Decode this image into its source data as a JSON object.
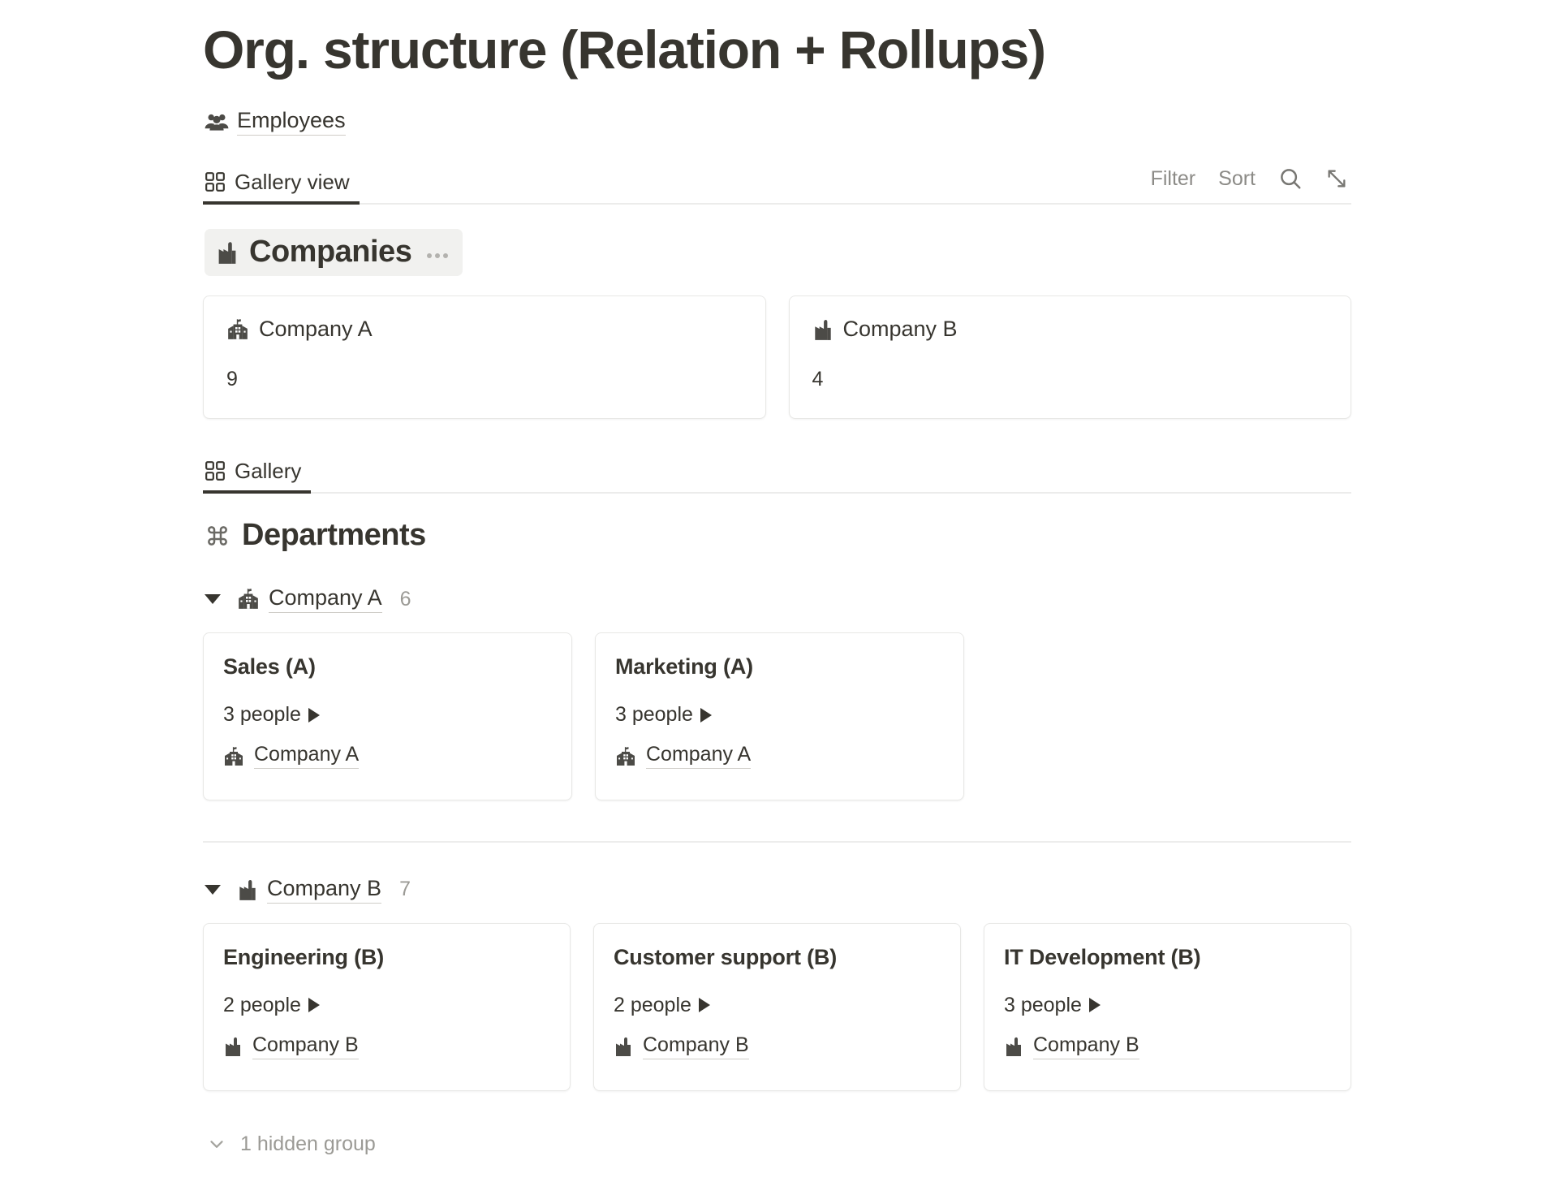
{
  "page": {
    "title": "Org. structure (Relation + Rollups)"
  },
  "breadcrumb": {
    "icon": "people-group-icon",
    "label": "Employees"
  },
  "toolbar_primary": {
    "tab": {
      "icon": "gallery-grid-icon",
      "label": "Gallery view",
      "active": true
    },
    "filter_label": "Filter",
    "sort_label": "Sort",
    "search_icon": "search-icon",
    "expand_icon": "expand-diagonal-icon"
  },
  "companies_section": {
    "icon": "factory-icon",
    "title": "Companies",
    "menu_icon": "ellipsis-icon",
    "cards": [
      {
        "icon": "school-building-icon",
        "name": "Company A",
        "count": "9"
      },
      {
        "icon": "factory-icon",
        "name": "Company B",
        "count": "4"
      }
    ]
  },
  "toolbar_secondary": {
    "tab": {
      "icon": "gallery-grid-icon",
      "label": "Gallery",
      "active": true
    }
  },
  "departments_section": {
    "icon": "command-icon",
    "title": "Departments",
    "groups": [
      {
        "caret": "caret-down-icon",
        "icon": "school-building-icon",
        "name": "Company A",
        "count": "6",
        "cards": [
          {
            "title": "Sales (A)",
            "people": "3 people",
            "relation_icon": "school-building-icon",
            "relation": "Company A"
          },
          {
            "title": "Marketing (A)",
            "people": "3 people",
            "relation_icon": "school-building-icon",
            "relation": "Company A"
          }
        ]
      },
      {
        "caret": "caret-down-icon",
        "icon": "factory-icon",
        "name": "Company B",
        "count": "7",
        "cards": [
          {
            "title": "Engineering (B)",
            "people": "2 people",
            "relation_icon": "factory-icon",
            "relation": "Company B"
          },
          {
            "title": "Customer support (B)",
            "people": "2 people",
            "relation_icon": "factory-icon",
            "relation": "Company B"
          },
          {
            "title": "IT Development (B)",
            "people": "3 people",
            "relation_icon": "factory-icon",
            "relation": "Company B"
          }
        ]
      }
    ]
  },
  "footer": {
    "chevron_icon": "chevron-down-icon",
    "hidden_group_label": "1 hidden group"
  },
  "colors": {
    "text": "#37352f",
    "muted": "#9b9a95",
    "pill_bg": "#f1f1ef",
    "card_border": "#e8e8e6",
    "divider": "#ededec"
  }
}
